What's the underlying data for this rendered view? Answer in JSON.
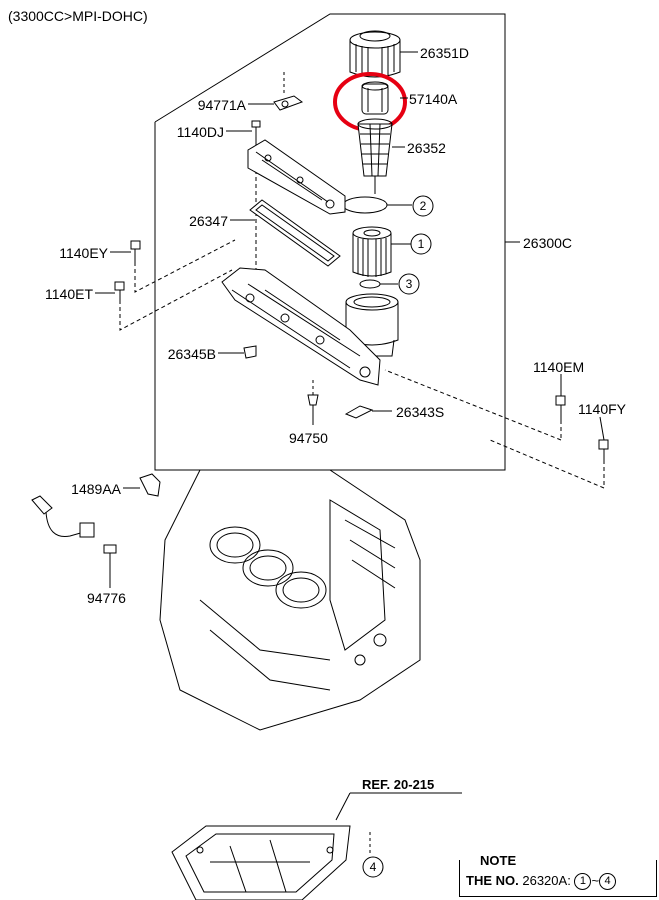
{
  "header": "(3300CC>MPI-DOHC)",
  "parts": {
    "p26351D": "26351D",
    "p57140A": "57140A",
    "p26352": "26352",
    "p94771A": "94771A",
    "p1140DJ": "1140DJ",
    "p26347": "26347",
    "p26300C": "26300C",
    "p1140EY": "1140EY",
    "p1140ET": "1140ET",
    "p26345B": "26345B",
    "p1140EM": "1140EM",
    "p1140FY": "1140FY",
    "p94750": "94750",
    "p26343S": "26343S",
    "p1489AA": "1489AA",
    "p94776": "94776"
  },
  "callouts": {
    "c1": "1",
    "c2": "2",
    "c3": "3",
    "c4": "4"
  },
  "ref": "REF. 20-215",
  "note": {
    "title": "NOTE",
    "prefix": "THE NO.",
    "part": "26320A",
    "colon": ":",
    "from": "1",
    "tilde": "~",
    "to": "4"
  },
  "colors": {
    "highlight": "#e60012",
    "line": "#000000"
  }
}
